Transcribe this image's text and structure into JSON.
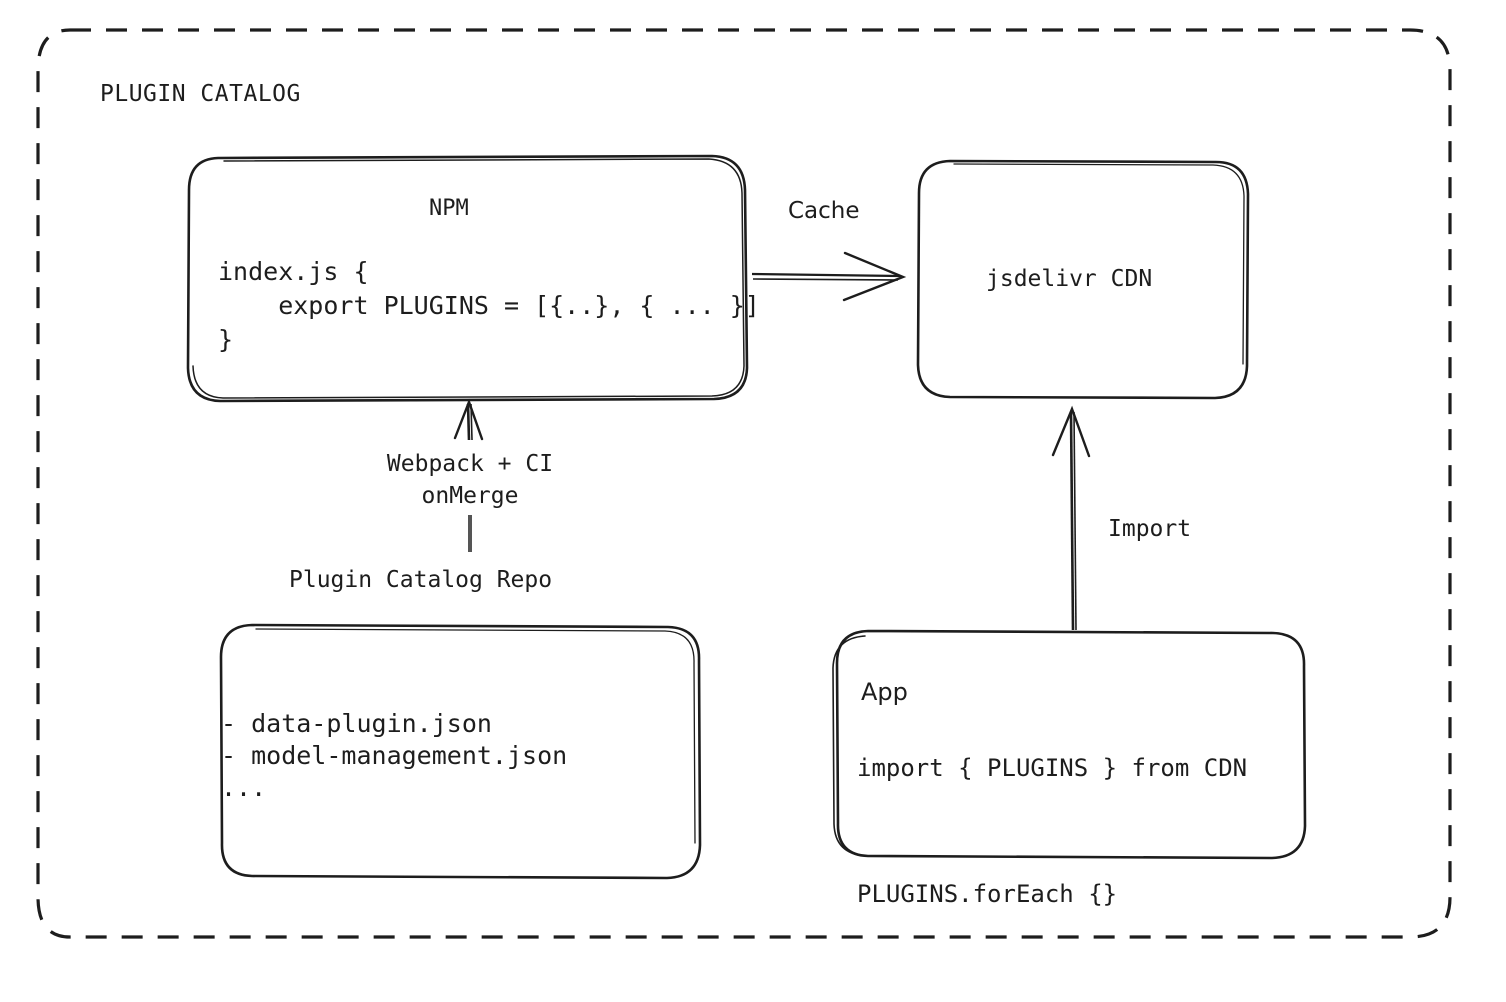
{
  "diagram": {
    "title": "PLUGIN CATALOG",
    "colors": {
      "stroke": "#1d1d1d",
      "background": "#ffffff",
      "text": "#1d1d1d"
    }
  },
  "nodes": {
    "npm": {
      "title": "NPM",
      "code": "index.js {\n    export PLUGINS = [{..}, { ... }]\n}"
    },
    "cdn": {
      "title": "jsdelivr CDN"
    },
    "repo": {
      "caption": "Plugin Catalog Repo",
      "items": "- data-plugin.json\n- model-management.json\n..."
    },
    "app": {
      "title": "App",
      "code": "import { PLUGINS } from CDN\n\nPLUGINS.forEach {}"
    }
  },
  "edges": {
    "cache": {
      "label": "Cache",
      "from": "npm",
      "to": "cdn"
    },
    "webpack": {
      "label": "Webpack + CI\nonMerge",
      "from": "repo",
      "to": "npm"
    },
    "import": {
      "label": "Import",
      "from": "app",
      "to": "cdn"
    }
  }
}
